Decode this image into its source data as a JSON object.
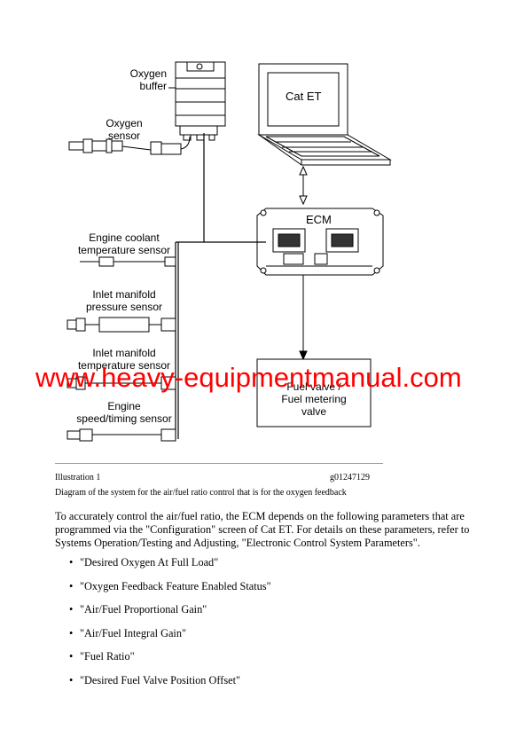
{
  "diagram": {
    "labels": {
      "oxygen_buffer": [
        "Oxygen",
        "buffer"
      ],
      "oxygen_sensor": [
        "Oxygen",
        "sensor"
      ],
      "coolant_sensor": [
        "Engine coolant",
        "temperature sensor"
      ],
      "inlet_pressure_sensor": [
        "Inlet manifold",
        "pressure sensor"
      ],
      "inlet_temperature_sensor": [
        "Inlet manifold",
        "temperature sensor"
      ],
      "speed_timing_sensor": [
        "Engine",
        "speed/timing sensor"
      ],
      "cat_et": "Cat ET",
      "ecm": "ECM",
      "fuel_valve": [
        "Fuel valve /",
        "Fuel metering",
        "valve"
      ]
    }
  },
  "watermark": "www.heavy-equipmentmanual.com",
  "caption": {
    "illustration": "Illustration 1",
    "figure_id": "g01247129",
    "description": "Diagram of the system for the air/fuel ratio control that is for the oxygen feedback"
  },
  "body_text": "To accurately control the air/fuel ratio, the ECM depends on the following parameters that are programmed via the \"Configuration\" screen of Cat ET. For details on these parameters, refer to Systems Operation/Testing and Adjusting, \"Electronic Control System Parameters\".",
  "parameters": [
    "\"Desired Oxygen At Full Load\"",
    "\"Oxygen Feedback Feature Enabled Status\"",
    "\"Air/Fuel Proportional Gain\"",
    "\"Air/Fuel Integral Gain\"",
    "\"Fuel Ratio\"",
    "\"Desired Fuel Valve Position Offset\""
  ]
}
